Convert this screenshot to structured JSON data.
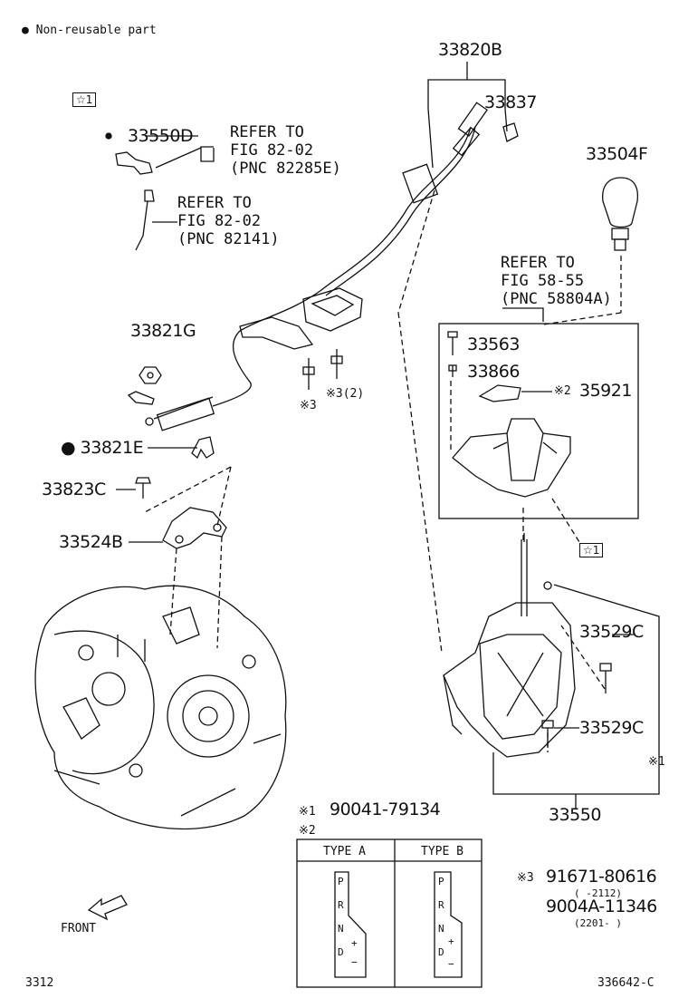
{
  "legend": {
    "bullet": "●",
    "text": "Non-reusable part"
  },
  "callouts": {
    "p33820B": "33820B",
    "p33837": "33837",
    "p33550D": "33550D",
    "p33504F": "33504F",
    "p33821G": "33821G",
    "p33563": "33563",
    "p33866": "33866",
    "p35921": "35921",
    "p33821E": "33821E",
    "p33823C": "33823C",
    "p33524B": "33524B",
    "p33529C_a": "33529C",
    "p33529C_b": "33529C",
    "p33550": "33550"
  },
  "refers": {
    "r1": [
      "REFER TO",
      "FIG 82-02",
      "(PNC 82285E)"
    ],
    "r2": [
      "REFER TO",
      "FIG 82-02",
      "(PNC 82141)"
    ],
    "r3": [
      "REFER TO",
      "FIG 58-55",
      "(PNC 58804A)"
    ]
  },
  "marks": {
    "star1": "☆1",
    "star1_b": "☆1",
    "note2": "※2",
    "note3": "※3",
    "note3_2": "※3(2)",
    "note1": "※1"
  },
  "notes": {
    "n1_key": "※1",
    "n1_val": "90041-79134",
    "n2_key": "※2",
    "n3_key": "※3",
    "n3_a": "91671-80616",
    "n3_a_range": "( -2112)",
    "n3_b": "9004A-11346",
    "n3_b_range": "(2201- )"
  },
  "type_table": {
    "col_a": "TYPE A",
    "col_b": "TYPE B",
    "gate_a": [
      "P",
      "R",
      "N",
      "D"
    ],
    "gate_b": [
      "P",
      "R",
      "N",
      "D"
    ],
    "plus": "+",
    "minus": "−"
  },
  "footer": {
    "front": "FRONT",
    "left_code": "3312",
    "right_code": "336642-C"
  }
}
